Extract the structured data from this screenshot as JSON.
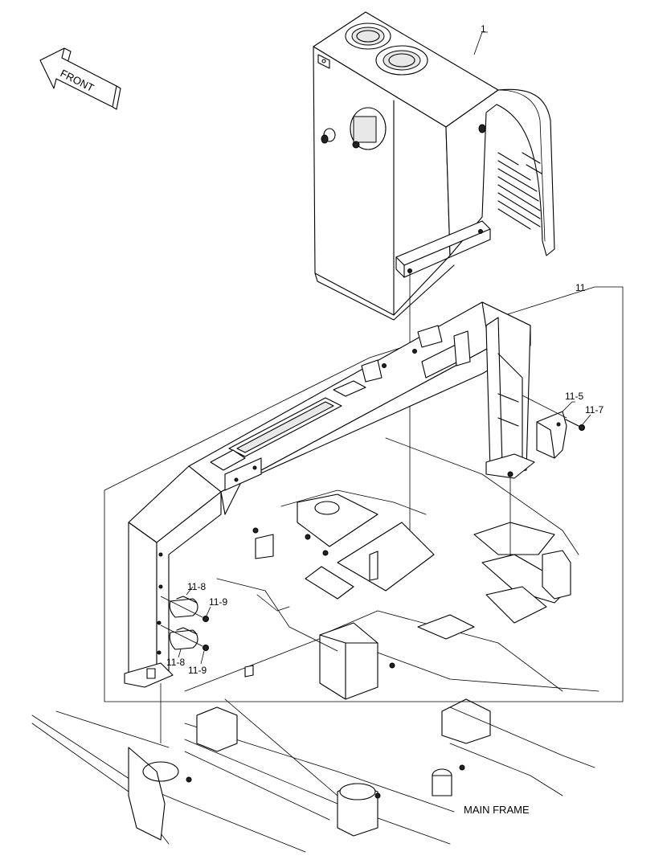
{
  "direction_arrow": {
    "label": "FRONT"
  },
  "callouts": {
    "tank": "1",
    "frame_assembly": "11",
    "bracket": "11-5",
    "bracket_bolt": "11-7",
    "clamp_upper": "11-8",
    "bolt_upper": "11-9",
    "clamp_lower": "11-8",
    "bolt_lower": "11-9"
  },
  "base_label": "MAIN FRAME"
}
